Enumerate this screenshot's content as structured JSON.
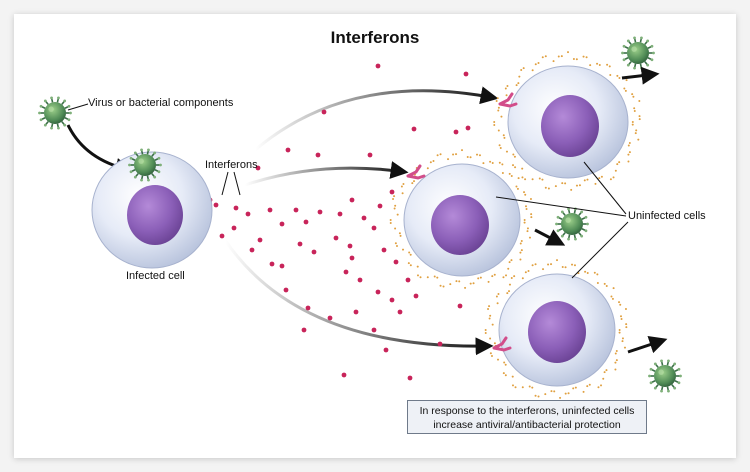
{
  "title": "Interferons",
  "labels": {
    "virus": "Virus or bacterial components",
    "interferons": "Interferons",
    "infected_cell": "Infected cell",
    "uninfected_cells": "Uninfected cells"
  },
  "note": {
    "line1": "In response to the interferons, uninfected cells",
    "line2": "increase antiviral/antibacterial protection"
  },
  "colors": {
    "cell_membrane": "#dde4f4",
    "nucleus": "#8b5fb8",
    "interferon_particle": "#c8245a",
    "virus": "#4e8a55",
    "protection_dots": "#e0a040"
  }
}
